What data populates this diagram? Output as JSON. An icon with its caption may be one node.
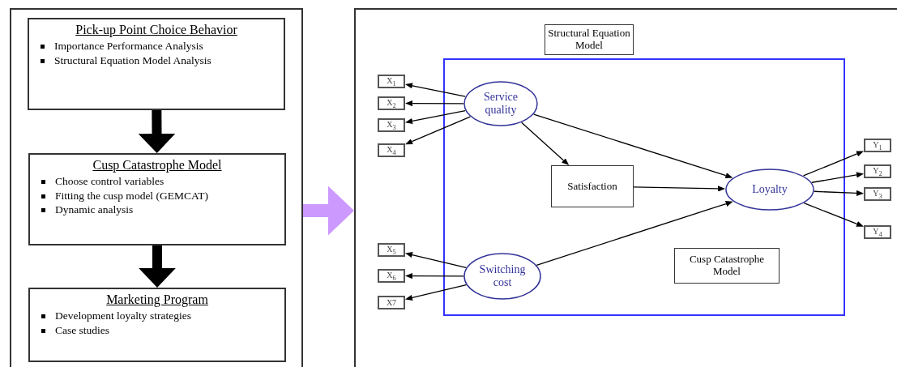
{
  "diagram": {
    "nodes": [
      {
        "text": [],
        "shape": "box"
      },
      {
        "text": [
          "Pick-up Point Choice Behavior",
          "Importance Performance Analysis",
          "Structural Equation Model Analysis"
        ],
        "in": 0
      },
      {
        "text": [
          "Cusp Catastrophe Model",
          "Choose control variables",
          "Fitting the cusp model (GEMCAT)",
          "Dynamic analysis"
        ],
        "in": 0
      },
      {
        "text": [
          "Marketing Program",
          "Development loyalty strategies",
          "Case studies"
        ],
        "in": 0
      },
      {
        "text": [],
        "shape": "box"
      },
      {
        "text": [
          "Structural Equation Model"
        ],
        "in": 4
      },
      {
        "text": [],
        "shape": "box",
        "in": 4
      },
      {
        "text": [
          "Cusp Catastrophe Model"
        ],
        "in": 6
      },
      {
        "text": [
          "Service quality"
        ],
        "in": 6
      },
      {
        "text": [
          "Satisfaction"
        ],
        "in": 6
      },
      {
        "text": [
          "Loyalty"
        ],
        "in": 6
      },
      {
        "text": [
          "Switching cost"
        ],
        "in": 6
      },
      {
        "text": [
          "X$_{1}$"
        ],
        "in": 4
      },
      {
        "text": [
          "X$_{2}$"
        ],
        "in": 4
      },
      {
        "text": [
          "X$_{3}$"
        ],
        "in": 4
      },
      {
        "text": [
          "X$_{4}$"
        ],
        "in": 4
      },
      {
        "text": [
          "X$_{5}$"
        ],
        "in": 4
      },
      {
        "text": [
          "X$_{6}$"
        ],
        "in": 4
      },
      {
        "text": [
          "X7"
        ],
        "in": 4
      },
      {
        "text": [
          "Y$_{1}$"
        ],
        "in": 4
      },
      {
        "text": [
          "Y$_{2}$"
        ],
        "in": 4
      },
      {
        "text": [
          "Y$_{3}$"
        ],
        "in": 4
      },
      {
        "text": [
          "Y$_{4}$"
        ],
        "in": 4
      }
    ],
    "edges": [
      {
        "from": 1,
        "to": 2,
        "arrow": "to",
        "style": "thick"
      },
      {
        "from": 2,
        "to": 3,
        "arrow": "to",
        "style": "thick"
      },
      {
        "from": 0,
        "to": 4,
        "arrow": "to",
        "style": "thick",
        "color": "#cc99ff"
      },
      {
        "from": 8,
        "to": 12,
        "arrow": "to"
      },
      {
        "from": 8,
        "to": 13,
        "arrow": "to"
      },
      {
        "from": 8,
        "to": 14,
        "arrow": "to"
      },
      {
        "from": 8,
        "to": 15,
        "arrow": "to"
      },
      {
        "from": 8,
        "to": 9,
        "arrow": "to"
      },
      {
        "from": 8,
        "to": 10,
        "arrow": "to"
      },
      {
        "from": 9,
        "to": 10,
        "arrow": "to"
      },
      {
        "from": 11,
        "to": 10,
        "arrow": "to"
      },
      {
        "from": 11,
        "to": 16,
        "arrow": "to"
      },
      {
        "from": 11,
        "to": 17,
        "arrow": "to"
      },
      {
        "from": 11,
        "to": 18,
        "arrow": "to"
      },
      {
        "from": 10,
        "to": 19,
        "arrow": "to"
      },
      {
        "from": 10,
        "to": 20,
        "arrow": "to"
      },
      {
        "from": 10,
        "to": 21,
        "arrow": "to"
      },
      {
        "from": 10,
        "to": 22,
        "arrow": "to"
      }
    ]
  }
}
